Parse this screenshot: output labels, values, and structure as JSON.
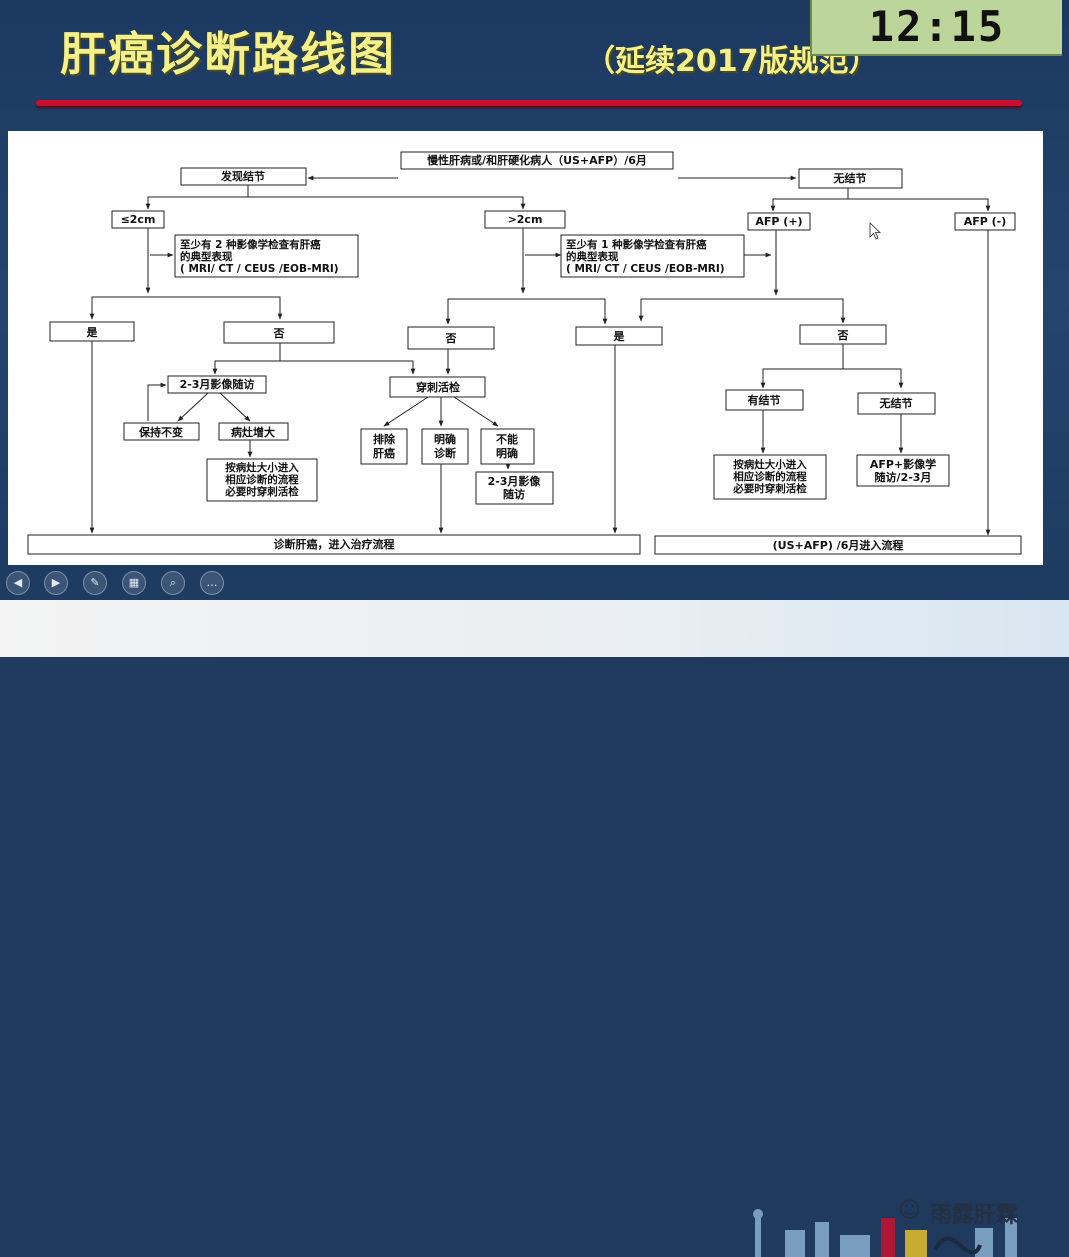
{
  "slide": {
    "title": "肝癌诊断路线图",
    "subtitle": "（延续2017版规范）",
    "clock": "12:15"
  },
  "flowchart": {
    "nodes": {
      "top": "慢性肝病或/和肝硬化病人（US+AFP）/6月",
      "found": "发现结节",
      "none": "无结节",
      "le2": "≤2cm",
      "gt2": ">2cm",
      "afp_pos": "AFP (+)",
      "afp_neg": "AFP (-)",
      "imaging2_l1": "至少有 2 种影像学检查有肝癌",
      "imaging2_l2": "的典型表现",
      "imaging2_l3": "( MRI/ CT / CEUS /EOB-MRI)",
      "imaging1_l1": "至少有 1 种影像学检查有肝癌",
      "imaging1_l2": "的典型表现",
      "imaging1_l3": "( MRI/ CT / CEUS /EOB-MRI)",
      "yes_left": "是",
      "no_left": "否",
      "no_mid": "否",
      "yes_mid": "是",
      "no_right": "否",
      "followup23": "2-3月影像随访",
      "biopsy": "穿刺活检",
      "stable": "保持不变",
      "enlarge": "病灶增大",
      "exclude_l1": "排除",
      "exclude_l2": "肝癌",
      "confirm_l1": "明确",
      "confirm_l2": "诊断",
      "unable_l1": "不能",
      "unable_l2": "明确",
      "by_size_l1": "按病灶大小进入",
      "by_size_l2": "相应诊断的流程",
      "by_size_l3": "必要时穿刺活检",
      "followup2_l1": "2-3月影像",
      "followup2_l2": "随访",
      "has_nodule": "有结节",
      "no_nodule": "无结节",
      "by_size2_l1": "按病灶大小进入",
      "by_size2_l2": "相应诊断的流程",
      "by_size2_l3": "必要时穿刺活检",
      "afp_imaging_l1": "AFP+影像学",
      "afp_imaging_l2": "随访/2-3月",
      "diagnose": "诊断肝癌，进入治疗流程",
      "enter6": "(US+AFP) /6月进入流程"
    }
  },
  "controls": [
    "prev-icon",
    "next-icon",
    "pen-icon",
    "slides-icon",
    "zoom-icon",
    "more-icon"
  ],
  "watermark": {
    "text": "雨露肝霖"
  },
  "colors": {
    "background": "#1f3a5c",
    "title": "#f4f08a",
    "accent_line": "#c8102e",
    "clock_bg": "#bcd59a"
  }
}
